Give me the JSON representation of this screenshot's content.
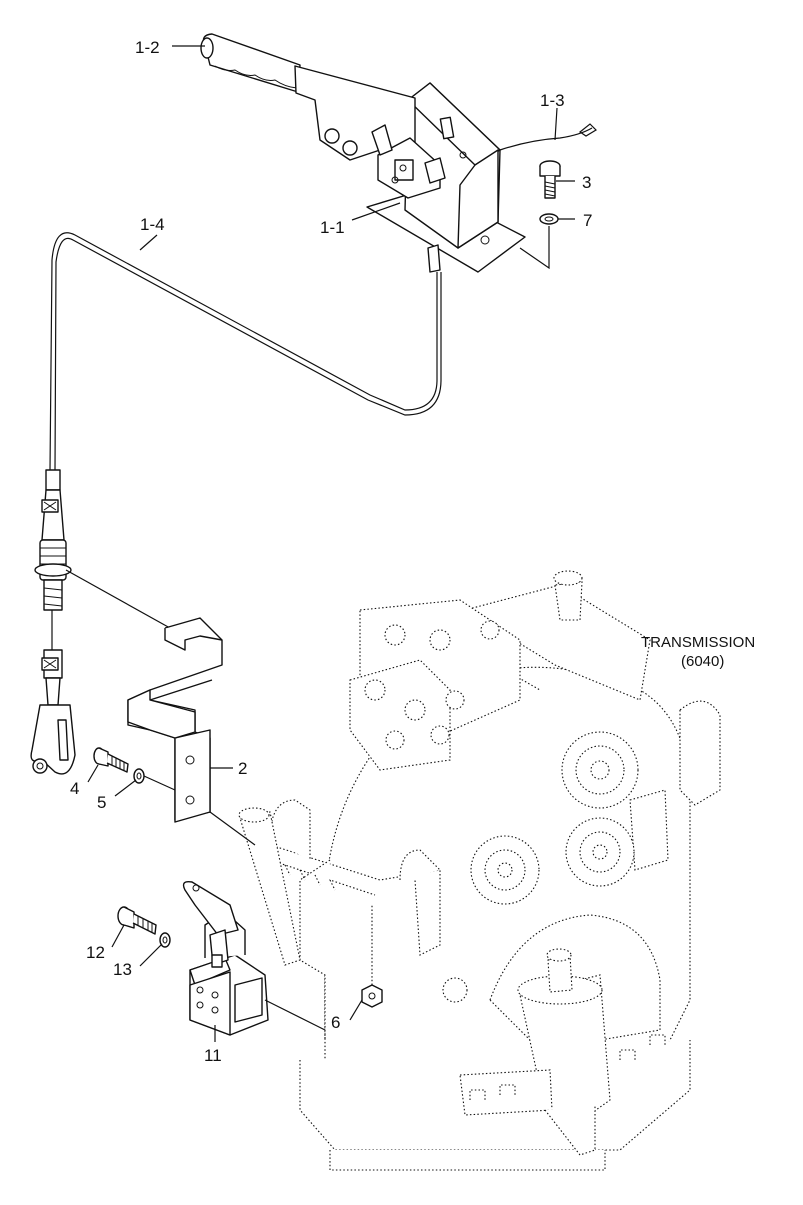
{
  "labels": {
    "handle": "1-2",
    "wire": "1-3",
    "lever_assy": "1-1",
    "cable": "1-4",
    "bolt_3": "3",
    "washer_7": "7",
    "bracket": "2",
    "bolt_4": "4",
    "washer_5": "5",
    "nut_6": "6",
    "caliper": "11",
    "bolt_12": "12",
    "washer_13": "13"
  },
  "transmission": {
    "name": "TRANSMISSION",
    "code": "(6040)"
  }
}
